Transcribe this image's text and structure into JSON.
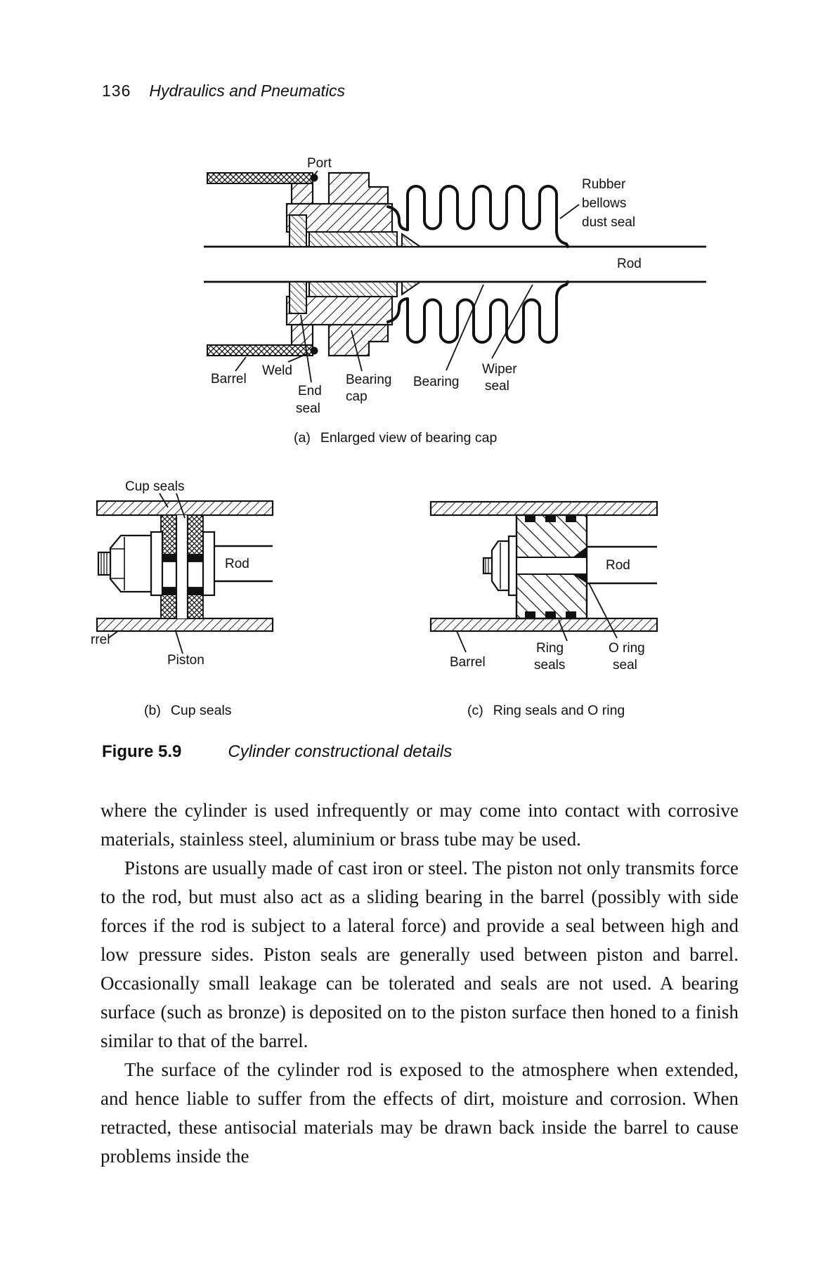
{
  "colors": {
    "ink": "#111111",
    "paper": "#ffffff"
  },
  "header": {
    "page_number": "136",
    "book_title": "Hydraulics and Pneumatics"
  },
  "figure": {
    "number": "Figure 5.9",
    "title": "Cylinder constructional details",
    "a": {
      "marker": "(a)",
      "caption": "Enlarged view of bearing cap",
      "labels": {
        "port": "Port",
        "rubber": [
          "Rubber",
          "bellows",
          "dust seal"
        ],
        "rod": "Rod",
        "barrel": "Barrel",
        "weld": "Weld",
        "end_seal": [
          "End",
          "seal"
        ],
        "bearing_cap": [
          "Bearing",
          "cap"
        ],
        "bearing": "Bearing",
        "wiper_seal": [
          "Wiper",
          "seal"
        ]
      }
    },
    "b": {
      "marker": "(b)",
      "caption": "Cup seals",
      "labels": {
        "cup_seals": "Cup seals",
        "rod": "Rod",
        "barrel_cropped": "rrel",
        "piston": "Piston"
      }
    },
    "c": {
      "marker": "(c)",
      "caption": "Ring seals and O ring",
      "labels": {
        "rod": "Rod",
        "barrel": "Barrel",
        "ring_seals": [
          "Ring",
          "seals"
        ],
        "o_ring_seal": [
          "O ring",
          "seal"
        ]
      }
    }
  },
  "body": {
    "para1": "where the cylinder is used infrequently or may come into contact with corrosive materials, stainless steel, aluminium or brass tube may be used.",
    "para2": "Pistons are usually made of cast iron or steel. The piston not only transmits force to the rod, but must also act as a sliding bearing in the barrel (possibly with side forces if the rod is subject to a lateral force) and provide a seal between high and low pressure sides. Piston seals are generally used between piston and barrel. Occasionally small leakage can be tolerated and seals are not used. A bearing surface (such as bronze) is deposited on to the piston surface then honed to a finish similar to that of the barrel.",
    "para3": "The surface of the cylinder rod is exposed to the atmosphere when extended, and hence liable to suffer from the effects of dirt, moisture and corrosion. When retracted, these antisocial materials may be drawn back inside the barrel to cause problems inside the"
  }
}
